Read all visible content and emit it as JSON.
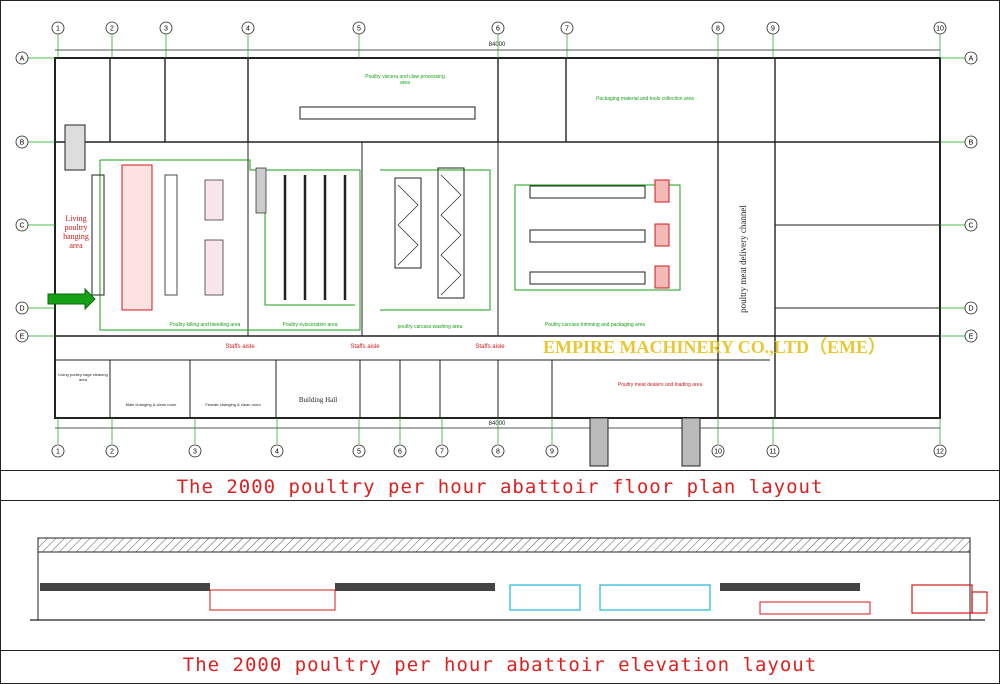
{
  "floor_plan": {
    "caption": "The 2000 poultry per hour abattoir floor plan layout",
    "watermark": "EMPIRE MACHINERY CO.,LTD（EME）",
    "column_axes": [
      "1",
      "2",
      "3",
      "4",
      "5",
      "6",
      "7",
      "8",
      "9",
      "10"
    ],
    "bottom_axes": [
      "1",
      "2",
      "3",
      "4",
      "5",
      "6",
      "7",
      "8",
      "9",
      "10",
      "11",
      "12"
    ],
    "row_axes": [
      "A",
      "B",
      "C",
      "D",
      "E"
    ],
    "overall_dimension": "84000",
    "rooms": {
      "living_poultry_hanging_area": "Living poultry hanging area",
      "poultry_meat_delivery_channel": "poultry meat delivery channel",
      "killing_scalding_area": "Poultry killing and bleeding area",
      "evisceration_area": "Poultry evisceration area",
      "carcass_washing_area": "poultry carcass washing area",
      "trimming_packaging_area": "Poultry carcass trimming and packaging area",
      "viscera_claw_processing": "Poultry viscera and claw processing area",
      "packaging_material_area": "Packaging material and tools collection area",
      "staffs_aisle_1": "Staffs aisle",
      "staffs_aisle_2": "Staffs aisle",
      "staffs_aisle_3": "Staffs aisle",
      "male_changing_room": "Male changing & clean room",
      "female_changing_room": "Female changing & clean room",
      "building_hall": "Building Hall",
      "meat_dealers_loading_area": "Poultry meat dealers and loading area",
      "living_poultry_cage_area": "Living poultry cage cleaning area"
    }
  },
  "elevation": {
    "caption": "The 2000 poultry per hour abattoir elevation layout"
  },
  "colors": {
    "caption": "#e02020",
    "watermark": "#e8c21a",
    "lines": "#222222",
    "green_label": "#16a016",
    "red_label": "#d11a1a",
    "axis": "#16a016"
  }
}
